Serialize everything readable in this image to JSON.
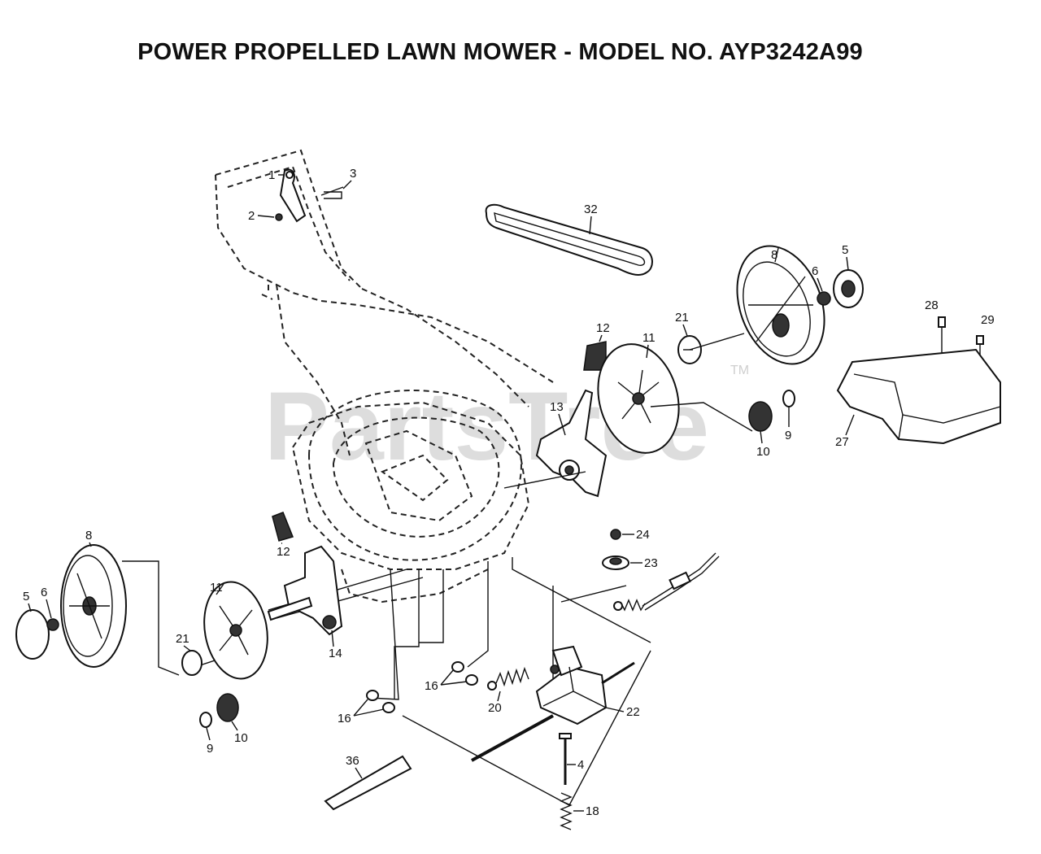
{
  "title": "POWER PROPELLED LAWN MOWER - MODEL NO. AYP3242A99",
  "watermark": "PartsTree",
  "watermark_tm": "TM",
  "parts": [
    {
      "id": "p1",
      "label": "1"
    },
    {
      "id": "p2",
      "label": "2"
    },
    {
      "id": "p3",
      "label": "3"
    },
    {
      "id": "p32",
      "label": "32"
    },
    {
      "id": "p8r",
      "label": "8"
    },
    {
      "id": "p6r",
      "label": "6"
    },
    {
      "id": "p5r",
      "label": "5"
    },
    {
      "id": "p28",
      "label": "28"
    },
    {
      "id": "p29",
      "label": "29"
    },
    {
      "id": "p12r",
      "label": "12"
    },
    {
      "id": "p11r",
      "label": "11"
    },
    {
      "id": "p21r",
      "label": "21"
    },
    {
      "id": "p13",
      "label": "13"
    },
    {
      "id": "p10r",
      "label": "10"
    },
    {
      "id": "p9r",
      "label": "9"
    },
    {
      "id": "p27",
      "label": "27"
    },
    {
      "id": "p24",
      "label": "24"
    },
    {
      "id": "p23",
      "label": "23"
    },
    {
      "id": "p8l",
      "label": "8"
    },
    {
      "id": "p12l",
      "label": "12"
    },
    {
      "id": "p11l",
      "label": "11"
    },
    {
      "id": "p5l",
      "label": "5"
    },
    {
      "id": "p6l",
      "label": "6"
    },
    {
      "id": "p14",
      "label": "14"
    },
    {
      "id": "p21l",
      "label": "21"
    },
    {
      "id": "p16a",
      "label": "16"
    },
    {
      "id": "p16b",
      "label": "16"
    },
    {
      "id": "p20",
      "label": "20"
    },
    {
      "id": "p22",
      "label": "22"
    },
    {
      "id": "p9l",
      "label": "9"
    },
    {
      "id": "p10l",
      "label": "10"
    },
    {
      "id": "p4",
      "label": "4"
    },
    {
      "id": "p36",
      "label": "36"
    },
    {
      "id": "p18",
      "label": "18"
    }
  ]
}
